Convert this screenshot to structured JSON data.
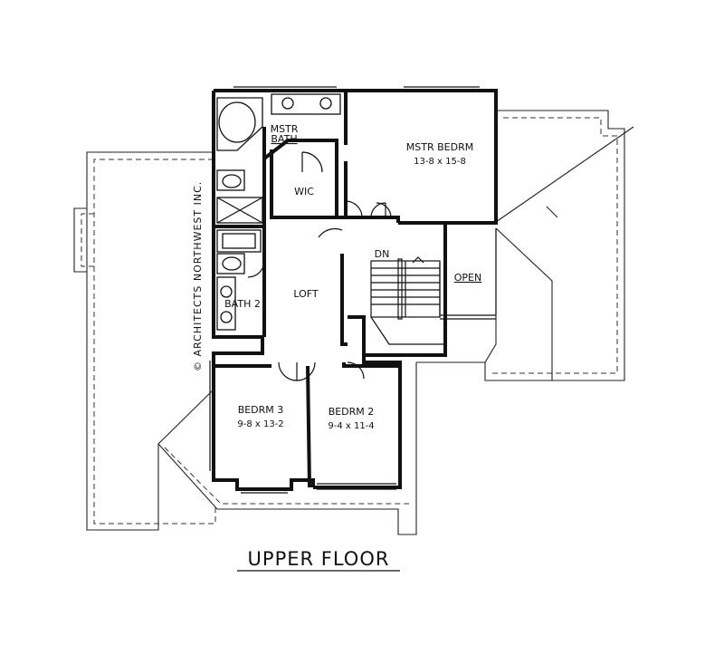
{
  "plan_title": "UPPER FLOOR",
  "copyright": "© ARCHITECTS NORTHWEST INC.",
  "rooms": {
    "master_bedroom": {
      "name": "MSTR BEDRM",
      "size": "13-8 x 15-8"
    },
    "master_bath": {
      "line1": "MSTR",
      "line2": "BATH"
    },
    "wic": {
      "name": "WIC"
    },
    "loft": {
      "name": "LOFT"
    },
    "bath2": {
      "name": "BATH 2"
    },
    "bedroom3": {
      "name": "BEDRM 3",
      "size": "9-8 x 13-2"
    },
    "bedroom2": {
      "name": "BEDRM 2",
      "size": "9-4 x 11-4"
    },
    "open": {
      "name": "OPEN"
    },
    "stair": {
      "label": "DN"
    }
  }
}
